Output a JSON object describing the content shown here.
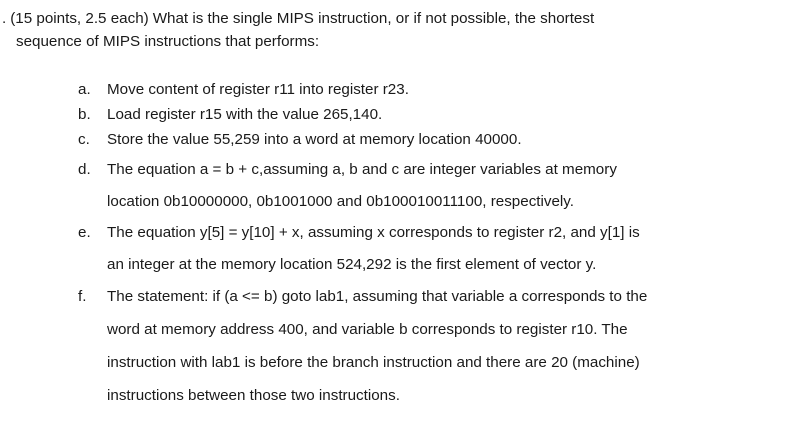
{
  "document": {
    "question": {
      "leading_marker": ".",
      "points_label": "(15 points, 2.5 each)",
      "stem_line_1": "What is the single MIPS instruction, or if not possible, the shortest",
      "stem_line_2": "sequence of MIPS instructions that performs:"
    },
    "items": [
      {
        "label": "a.",
        "lines": [
          "Move content of register r11 into register r23."
        ]
      },
      {
        "label": "b.",
        "lines": [
          "Load register r15 with the value 265,140."
        ]
      },
      {
        "label": "c.",
        "lines": [
          "Store the value 55,259 into a word at memory location 40000."
        ]
      },
      {
        "label": "d.",
        "lines": [
          "The equation a = b + c,assuming a, b and c are integer variables at memory",
          "location 0b10000000, 0b1001000 and 0b100010011100, respectively."
        ]
      },
      {
        "label": "e.",
        "lines": [
          "The equation y[5] = y[10] + x, assuming x corresponds to register r2, and y[1] is",
          "an integer at the memory location 524,292 is the first element of vector y."
        ]
      },
      {
        "label": "f.",
        "lines": [
          "The statement: if (a <= b) goto lab1, assuming that variable a corresponds to the",
          "word at memory address 400, and variable b corresponds to register r10. The",
          "instruction with lab1 is before the branch instruction and there are 20 (machine)",
          "instructions between those two instructions."
        ]
      }
    ]
  }
}
